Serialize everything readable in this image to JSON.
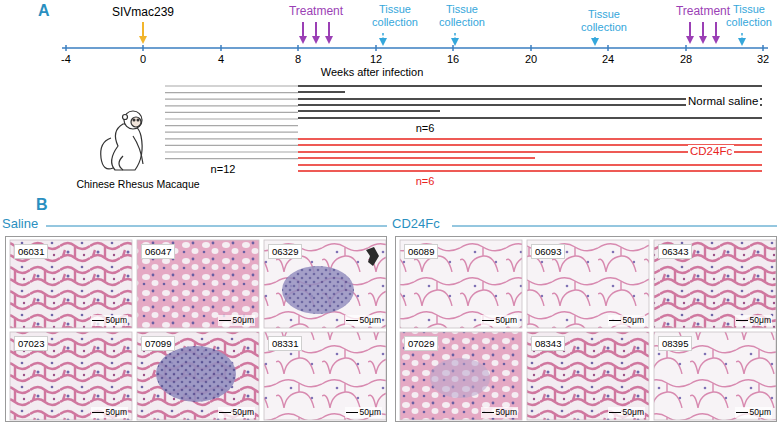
{
  "diagram": {
    "nodes": [
      {
        "text": [
          "Saline"
        ]
      },
      {
        "text": [
          "06031",
          "50μm"
        ],
        "in": 0
      },
      {
        "text": [
          "06047",
          "50μm"
        ],
        "in": 0
      },
      {
        "text": [
          "06329",
          "50μm"
        ],
        "in": 0
      },
      {
        "text": [
          "07023",
          "50μm"
        ],
        "in": 0
      },
      {
        "text": [
          "07099",
          "50μm"
        ],
        "in": 0
      },
      {
        "text": [
          "08331",
          "50μm"
        ],
        "in": 0
      },
      {
        "text": [
          "CD24Fc"
        ]
      },
      {
        "text": [
          "06089",
          "50μm"
        ],
        "in": 7
      },
      {
        "text": [
          "06093",
          "50μm"
        ],
        "in": 7
      },
      {
        "text": [
          "06343",
          "50μm"
        ],
        "in": 7
      },
      {
        "text": [
          "07029",
          "50μm"
        ],
        "in": 7
      },
      {
        "text": [
          "08343",
          "50μm"
        ],
        "in": 7
      },
      {
        "text": [
          "08395",
          "50μm"
        ],
        "in": 7
      }
    ],
    "labels": [
      "A",
      "SIVmac239",
      "Treatment",
      "Tissue collection",
      "Tissue collection",
      "Tissue collection",
      "Treatment",
      "Tissue collection",
      "-4",
      "0",
      "4",
      "8",
      "12",
      "16",
      "20",
      "24",
      "28",
      "32",
      "Weeks after infection",
      "Normal saline",
      "n=6",
      "CD24Fc",
      "n=6",
      "n=12",
      "Chinese Rhesus Macaque",
      "B"
    ]
  }
}
